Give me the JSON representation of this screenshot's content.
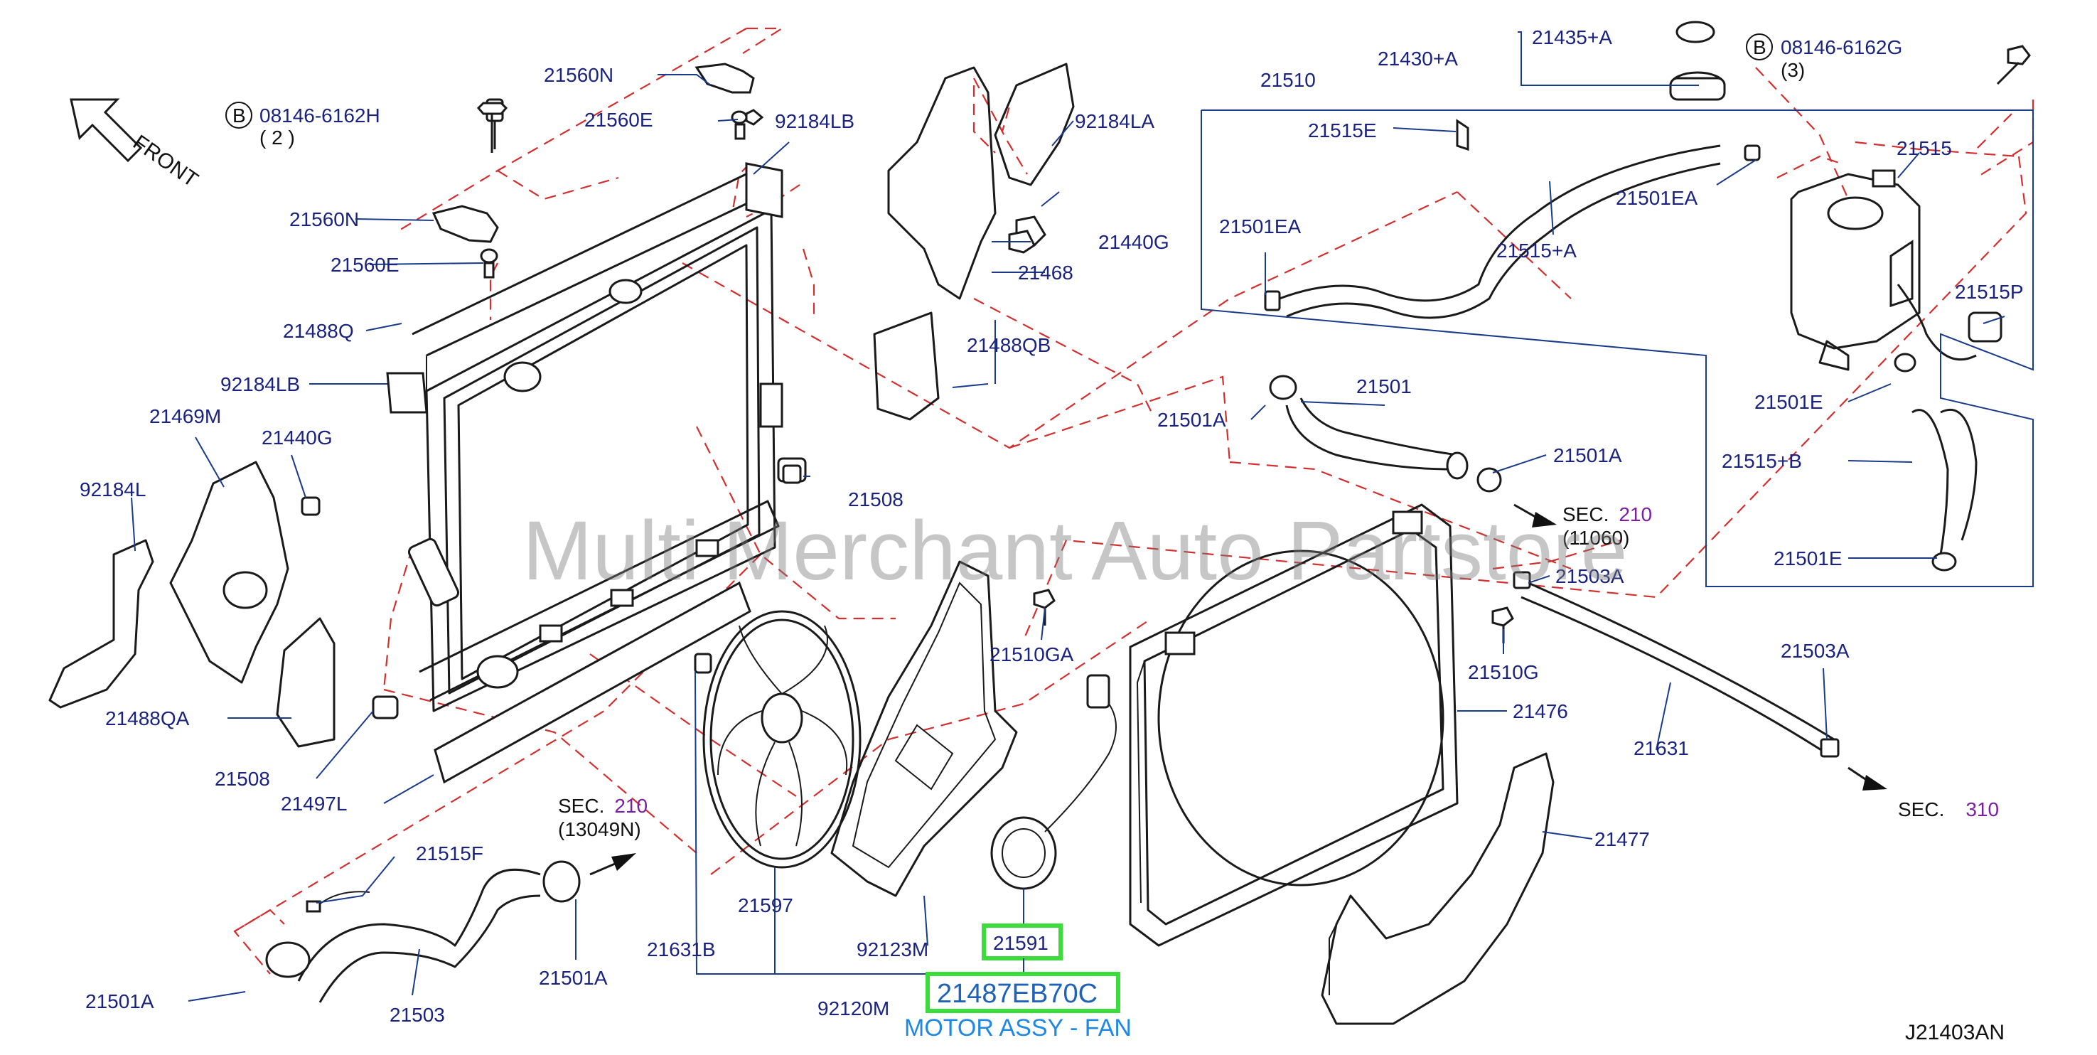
{
  "watermark": "Multi Merchant Auto Partstore",
  "diagram_code": "J21403AN",
  "front_label": "FRONT",
  "highlight": {
    "part_number": "21487EB70C",
    "caption": "MOTOR ASSY - FAN",
    "highlight_color": "#3ddc3d"
  },
  "bolts": [
    {
      "id": "bolt-h",
      "circle": "B",
      "code": "08146-6162H",
      "qty": "( 2 )"
    },
    {
      "id": "bolt-g",
      "circle": "B",
      "code": "08146-6162G",
      "qty": "(3)"
    }
  ],
  "section_refs": [
    {
      "id": "sec-210-11060",
      "word": "SEC.",
      "num": "210",
      "sub": "(11060)"
    },
    {
      "id": "sec-210-13049n",
      "word": "SEC.",
      "num": "210",
      "sub": "(13049N)"
    },
    {
      "id": "sec-310",
      "word": "SEC.",
      "num": "310",
      "sub": ""
    }
  ],
  "labels": [
    "21560N",
    "21560E",
    "92184LB",
    "21560N",
    "21560E",
    "21488Q",
    "92184LB",
    "21469M",
    "21440G",
    "92184L",
    "21488QA",
    "21508",
    "21497L",
    "21515F",
    "21501A",
    "21503",
    "21501A",
    "21631B",
    "21597",
    "92123M",
    "92120M",
    "21591",
    "21510GA",
    "92184LA",
    "21440G",
    "21468",
    "21488QB",
    "21508",
    "21430+A",
    "21435+A",
    "21510",
    "21515E",
    "21501EA",
    "21515+A",
    "21501EA",
    "21515",
    "21515P",
    "21501E",
    "21515+B",
    "21501E",
    "21501A",
    "21501",
    "21501A",
    "21503A",
    "21510G",
    "21476",
    "21631",
    "21503A",
    "21477"
  ],
  "colors": {
    "label": "#1a237e",
    "leader": "#1a3b8a",
    "dashed_line": "#d32f2f",
    "section_number": "#7b1fa2"
  }
}
